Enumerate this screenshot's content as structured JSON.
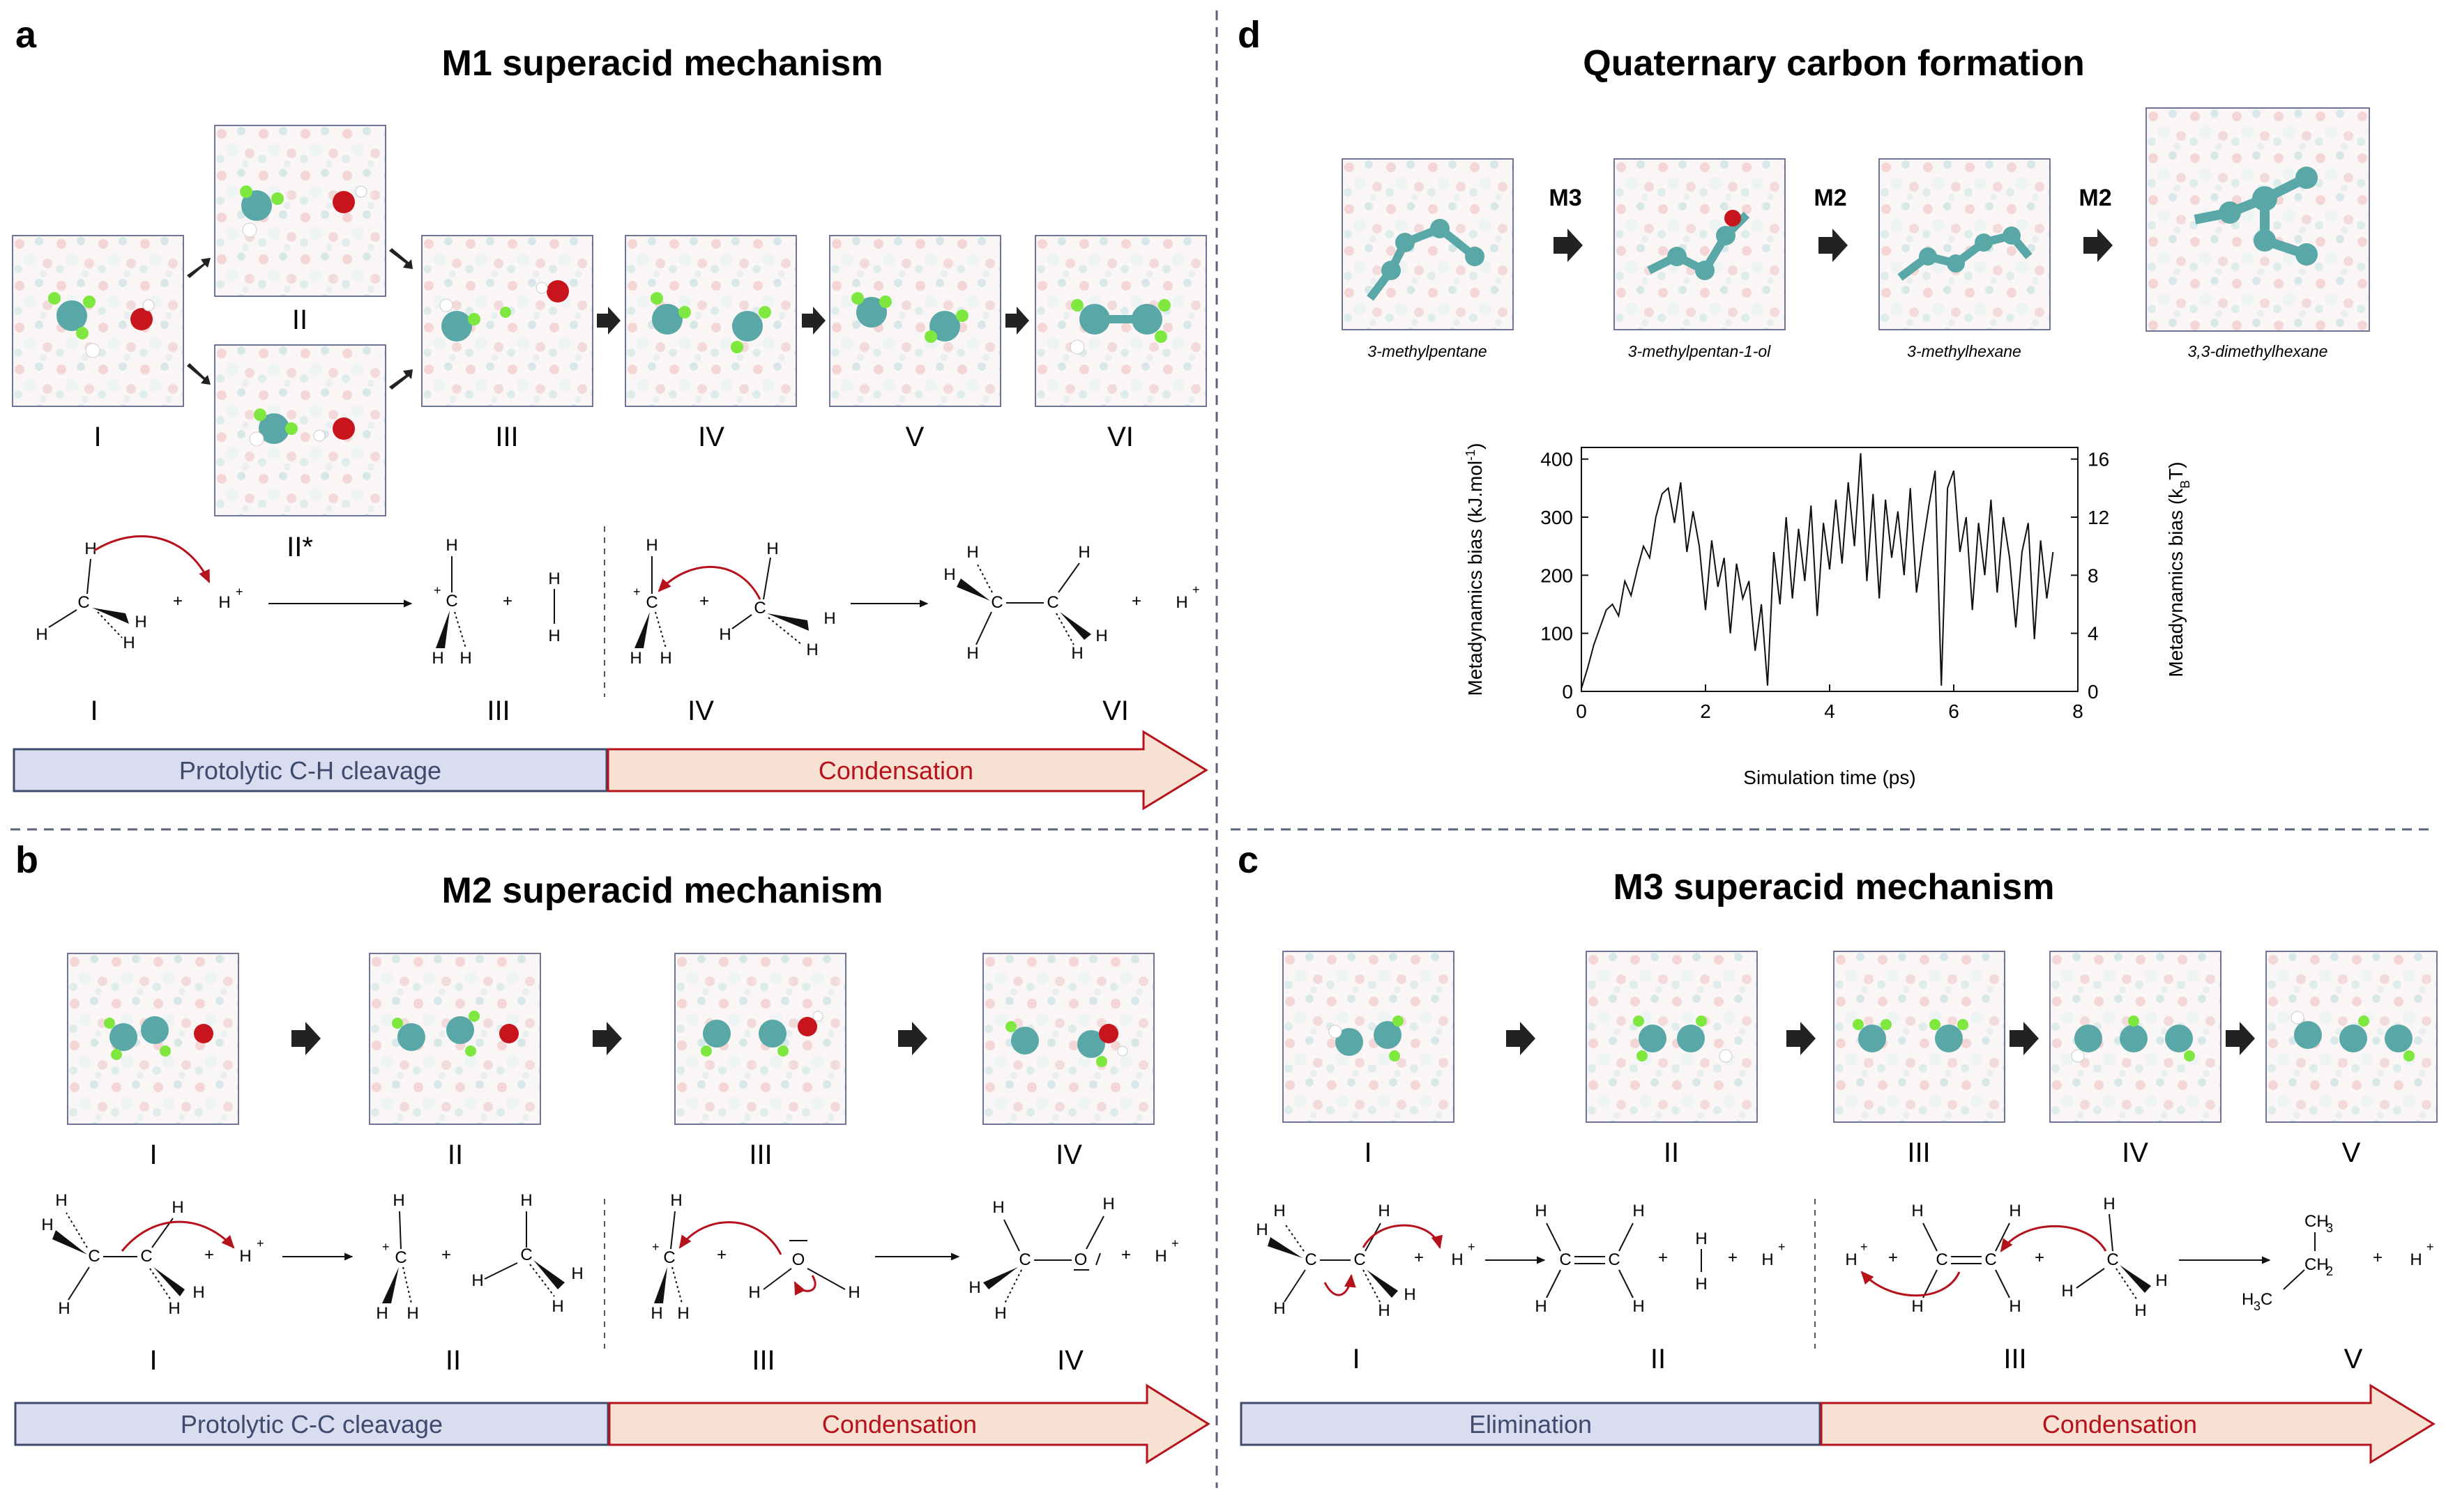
{
  "colors": {
    "accent_red": "#b5121b",
    "blue_bar_fill": "#d9ddef",
    "blue_bar_text": "#3e4a6e",
    "red_bar_fill": "#f7e1d3",
    "frame": "#6e7596",
    "carbon": "#5aa7a7",
    "hydrogen_active": "#7ee83f",
    "oxygen": "#c8141c"
  },
  "panel_a": {
    "letter": "a",
    "title": "M1 superacid mechanism",
    "snapshot_labels": [
      "I",
      "II",
      "II*",
      "III",
      "IV",
      "V",
      "VI"
    ],
    "scheme_labels": [
      "I",
      "III",
      "IV",
      "VI"
    ],
    "bar_left": "Protolytic C-H cleavage",
    "bar_right": "Condensation"
  },
  "panel_b": {
    "letter": "b",
    "title": "M2 superacid mechanism",
    "snapshot_labels": [
      "I",
      "II",
      "III",
      "IV"
    ],
    "scheme_labels": [
      "I",
      "II",
      "III",
      "IV"
    ],
    "bar_left": "Protolytic C-C cleavage",
    "bar_right": "Condensation"
  },
  "panel_c": {
    "letter": "c",
    "title": "M3 superacid mechanism",
    "snapshot_labels": [
      "I",
      "II",
      "III",
      "IV",
      "V"
    ],
    "scheme_labels": [
      "I",
      "II",
      "III",
      "V"
    ],
    "bar_left": "Elimination",
    "bar_right": "Condensation"
  },
  "panel_d": {
    "letter": "d",
    "title": "Quaternary carbon formation",
    "steps": [
      "M3",
      "M2",
      "M2"
    ],
    "molecules": [
      "3-methylpentane",
      "3-methylpentan-1-ol",
      "3-methylhexane",
      "3,3-dimethylhexane"
    ]
  },
  "chem_text": {
    "C": "C",
    "H": "H",
    "O": "O",
    "plus": "+",
    "plus_charge": "+",
    "CH3": "CH",
    "CH2": "CH",
    "H3C": "H",
    "sub3": "3",
    "sub2": "2",
    "H3C_tail": "C"
  },
  "chart_data": {
    "type": "line",
    "xlabel": "Simulation time (ps)",
    "ylabel_left_main": "Metadynamics bias (kJ.mol",
    "ylabel_left_sup": "-1",
    "ylabel_left_end": ")",
    "ylabel_right_main": "Metadynamics bias (k",
    "ylabel_right_sub": "B",
    "ylabel_right_end": "T)",
    "xlim": [
      0,
      8
    ],
    "ylim": [
      0,
      420
    ],
    "xticks": [
      "0",
      "2",
      "4",
      "6",
      "8"
    ],
    "yticks": [
      "0",
      "100",
      "200",
      "300",
      "400"
    ],
    "yticks_right": [
      "0",
      "4",
      "8",
      "12",
      "16"
    ],
    "series": [
      {
        "x": [
          0.0,
          0.1,
          0.2,
          0.3,
          0.4,
          0.5,
          0.6,
          0.7,
          0.8,
          0.9,
          1.0,
          1.1,
          1.2,
          1.3,
          1.4,
          1.5,
          1.6,
          1.7,
          1.8,
          1.9,
          2.0,
          2.1,
          2.2,
          2.3,
          2.4,
          2.5,
          2.6,
          2.7,
          2.8,
          2.9,
          3.0,
          3.1,
          3.2,
          3.3,
          3.4,
          3.5,
          3.6,
          3.7,
          3.8,
          3.9,
          4.0,
          4.1,
          4.2,
          4.3,
          4.4,
          4.5,
          4.6,
          4.7,
          4.8,
          4.9,
          5.0,
          5.1,
          5.2,
          5.3,
          5.4,
          5.5,
          5.6,
          5.7,
          5.8,
          5.9,
          6.0,
          6.1,
          6.2,
          6.3,
          6.4,
          6.5,
          6.6,
          6.7,
          6.8,
          6.9,
          7.0,
          7.1,
          7.2,
          7.3,
          7.4,
          7.5,
          7.6
        ],
        "y": [
          5,
          40,
          80,
          110,
          140,
          150,
          130,
          190,
          165,
          210,
          250,
          230,
          300,
          340,
          350,
          290,
          360,
          240,
          310,
          250,
          140,
          260,
          180,
          230,
          100,
          220,
          160,
          190,
          70,
          150,
          10,
          240,
          150,
          300,
          160,
          280,
          190,
          320,
          130,
          290,
          210,
          330,
          220,
          360,
          250,
          410,
          190,
          340,
          160,
          330,
          230,
          310,
          200,
          350,
          170,
          250,
          320,
          380,
          10,
          350,
          380,
          240,
          300,
          140,
          290,
          200,
          330,
          170,
          300,
          230,
          110,
          240,
          290,
          90,
          260,
          160,
          240
        ]
      }
    ]
  }
}
